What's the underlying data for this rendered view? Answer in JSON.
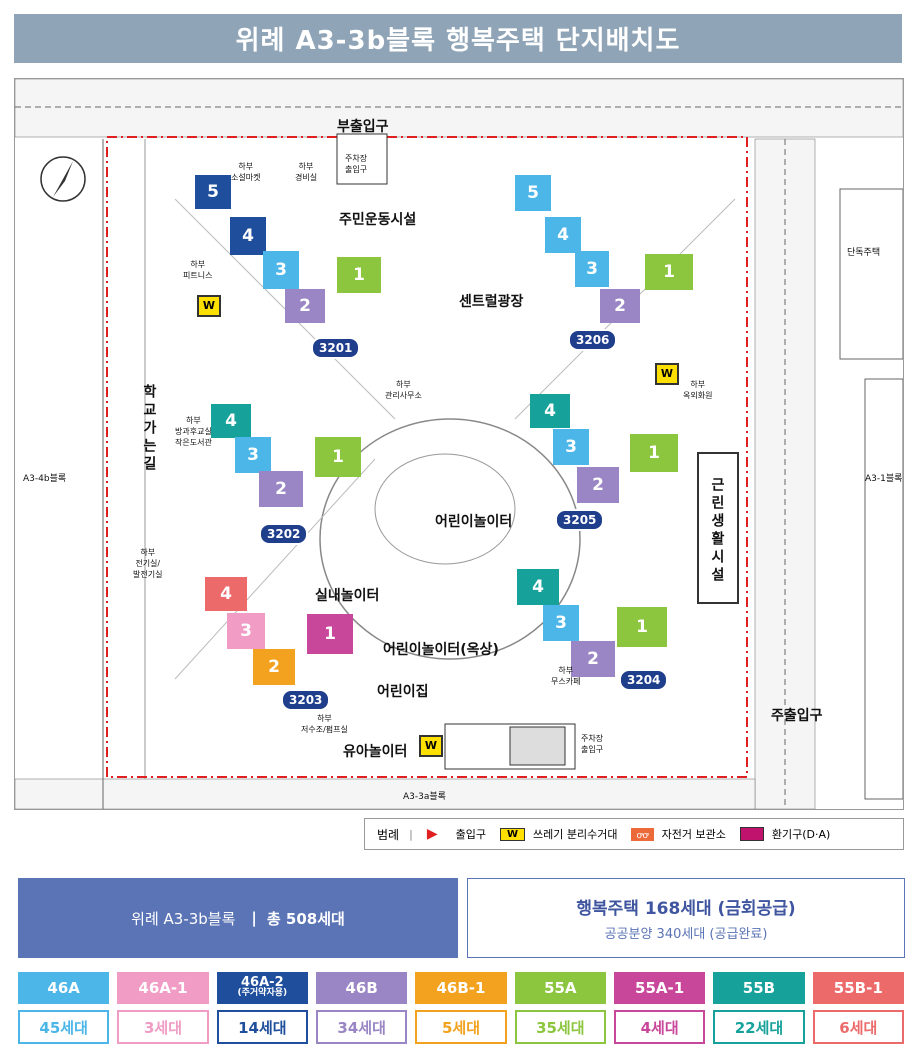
{
  "title": "위례 A3-3b블록 행복주택 단지배치도",
  "map": {
    "labels": {
      "sub_entrance": "부출입구",
      "parking_entrance_top": "주차장\n출입구",
      "community": "주민운동시설",
      "central_plaza": "센트럴광장",
      "school_road": "학교가는길",
      "playground": "어린이놀이터",
      "indoor_play": "실내놀이터",
      "rooftop_play": "어린이놀이터(옥상)",
      "daycare": "어린이집",
      "infant_play": "유아놀이터",
      "neighborhood": "근린생활시설",
      "main_entrance": "주출입구",
      "parking_entrance_bottom": "주차장\n출입구",
      "block_left": "A3-4b블록",
      "block_right": "A3-1블록",
      "block_bottom": "A3-3a블록",
      "single_housing": "단독주택",
      "ug_store": "하부\n소설마켓",
      "ug_guard": "하부\n경비실",
      "ug_fitness": "하부\n피트니스",
      "ug_office": "하부\n관리사무소",
      "ug_study": "하부\n방과후교실\n작은도서관",
      "ug_elec": "하부\n전기실/\n발전기실",
      "ug_pump": "하부\n저수조/펌프실",
      "ug_garden": "하부\n옥외화원",
      "ug_shop": "하부\n무스카페"
    },
    "buildings": [
      {
        "id": "3201",
        "label": "3201"
      },
      {
        "id": "3202",
        "label": "3202"
      },
      {
        "id": "3203",
        "label": "3203"
      },
      {
        "id": "3204",
        "label": "3204"
      },
      {
        "id": "3205",
        "label": "3205"
      },
      {
        "id": "3206",
        "label": "3206"
      }
    ]
  },
  "legend": {
    "title": "범례",
    "items": [
      {
        "label": "출입구",
        "icon": "entrance-arrow-icon"
      },
      {
        "label": "쓰레기 분리수거대",
        "icon": "trash-w-icon",
        "symbol": "W"
      },
      {
        "label": "자전거 보관소",
        "icon": "bicycle-icon"
      },
      {
        "label": "환기구(D·A)",
        "icon": "vent-icon"
      }
    ]
  },
  "summary": {
    "left_main": "위례 A3-3b블록",
    "left_sep": "|",
    "left_total": "총 508세대",
    "right_title": "행복주택 168세대 (금회공급)",
    "right_sub": "공공분양 340세대 (공급완료)"
  },
  "unit_types": [
    {
      "type": "46A",
      "count": "45세대",
      "color": "#4db6e8"
    },
    {
      "type": "46A-1",
      "count": "3세대",
      "color": "#f09cc4"
    },
    {
      "type": "46A-2",
      "type_sub": "(주거약자용)",
      "count": "14세대",
      "color": "#1f4e9c"
    },
    {
      "type": "46B",
      "count": "34세대",
      "color": "#9a86c4"
    },
    {
      "type": "46B-1",
      "count": "5세대",
      "color": "#f2a21e"
    },
    {
      "type": "55A",
      "count": "35세대",
      "color": "#8cc63e"
    },
    {
      "type": "55A-1",
      "count": "4세대",
      "color": "#c9479b"
    },
    {
      "type": "55B",
      "count": "22세대",
      "color": "#16a19a"
    },
    {
      "type": "55B-1",
      "count": "6세대",
      "color": "#ec6a6a"
    }
  ]
}
